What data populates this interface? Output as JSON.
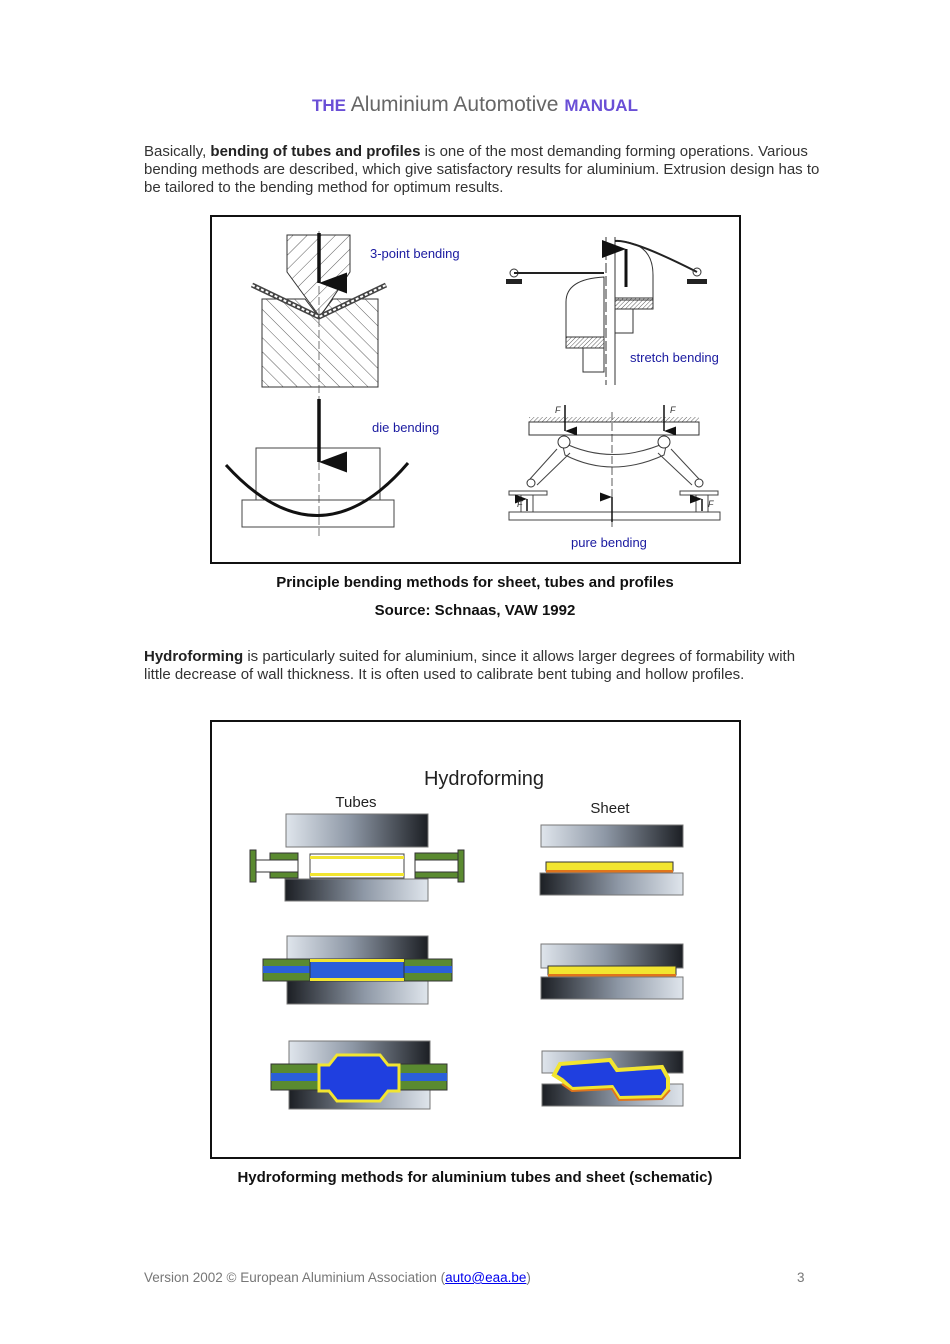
{
  "header": {
    "prefix": "THE",
    "title": "Aluminium Automotive",
    "suffix": "MANUAL"
  },
  "para1": {
    "pre": "Basically, ",
    "bold": "bending of tubes and profiles",
    "post": " is one of the most demanding forming operations. Various bending methods are described, which give satisfactory results for aluminium. Extrusion design has to be tailored to the bending method for optimum results."
  },
  "figure1": {
    "labels": {
      "three_point": "3-point bending",
      "stretch": "stretch bending",
      "die": "die bending",
      "pure": "pure bending",
      "force": "F"
    },
    "caption": "Principle bending methods for sheet, tubes and profiles",
    "source": "Source: Schnaas, VAW 1992"
  },
  "para2": {
    "bold": "Hydroforming",
    "post": " is particularly suited for aluminium, since it allows larger degrees of formability with little decrease of wall thickness. It is often used to calibrate bent tubing and hollow profiles."
  },
  "figure2": {
    "title": "Hydroforming",
    "tubes_label": "Tubes",
    "sheet_label": "Sheet",
    "caption": "Hydroforming methods for aluminium tubes and sheet (schematic)"
  },
  "footer": {
    "text": "Version 2002 © European Aluminium Association (",
    "email": "auto@eaa.be",
    "close": ")",
    "page": "3"
  },
  "colors": {
    "accent": "#6a4fd6",
    "label_blue": "#1a1aa0",
    "link": "#0000ee"
  }
}
